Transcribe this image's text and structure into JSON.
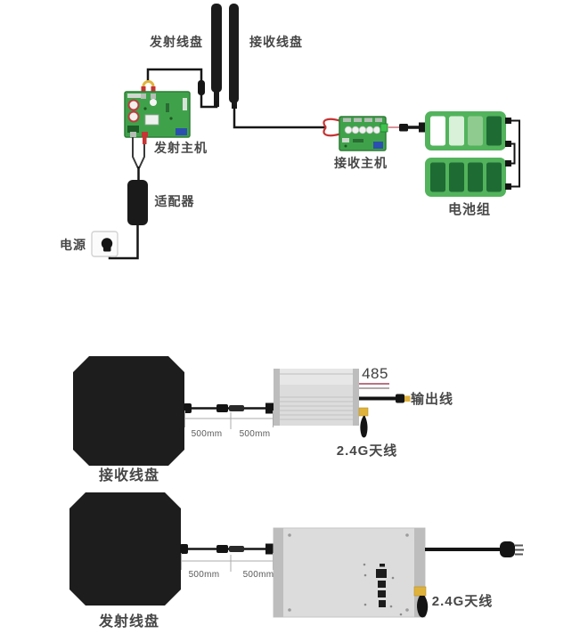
{
  "labels": {
    "coil_tx": "发射线盘",
    "coil_rx": "接收线盘",
    "host_tx": "发射主机",
    "host_rx": "接收主机",
    "battery_pack": "电池组",
    "adapter": "适配器",
    "power": "电源",
    "port_485": "485",
    "output_wire": "输出线",
    "antenna_rx": "2.4G天线",
    "antenna_tx": "2.4G天线",
    "pad_rx": "接收线盘",
    "pad_tx": "发射线盘",
    "dim_rx_1": "500mm",
    "dim_rx_2": "500mm",
    "dim_tx_1": "500mm",
    "dim_tx_2": "500mm"
  },
  "colors": {
    "pcb_green": "#3fa24b",
    "pcb_border": "#2e7d36",
    "battery_frame_green": "#52b35c",
    "battery_cell_dark": "#1e6b33",
    "battery_cell_mid": "#8fcb8f",
    "battery_cell_pale": "#d9f0d9",
    "battery_cell_empty": "#ffffff",
    "wire_black": "#161616",
    "connector_yellow": "#dfb23c",
    "enclosure_silver": "#dcdcdc",
    "enclosure_end_cap": "#bdbdbd",
    "wire_485_pink": "#bb7284",
    "wire_485_gray": "#b3a8ab",
    "label_text": "#474747"
  }
}
